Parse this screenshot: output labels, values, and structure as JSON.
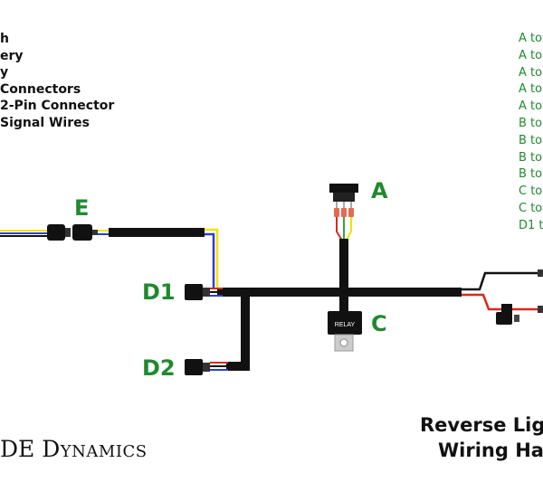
{
  "legend": {
    "lines": [
      "h",
      "ery",
      "y",
      "Connectors",
      "2-Pin Connector",
      "Signal Wires"
    ]
  },
  "connections": [
    "A to",
    "A to",
    "A to",
    "A to",
    "A to",
    "B to",
    "B to",
    "B to",
    "B to",
    "C to",
    "C to",
    "D1 t"
  ],
  "labels": {
    "a": "A",
    "c": "C",
    "d1": "D1",
    "d2": "D2",
    "e": "E"
  },
  "relay_text": "RELAY",
  "brand": {
    "first": "DE",
    "second": "Dynamics"
  },
  "title": {
    "line1": "Reverse Lig",
    "line2": "Wiring Ha"
  },
  "colors": {
    "harness": "#111111",
    "label_green": "#1f8a2e",
    "wire_red": "#d62a1e",
    "wire_yellow": "#f2e200",
    "wire_blue": "#2a3fd1",
    "wire_green": "#2ea84a"
  }
}
